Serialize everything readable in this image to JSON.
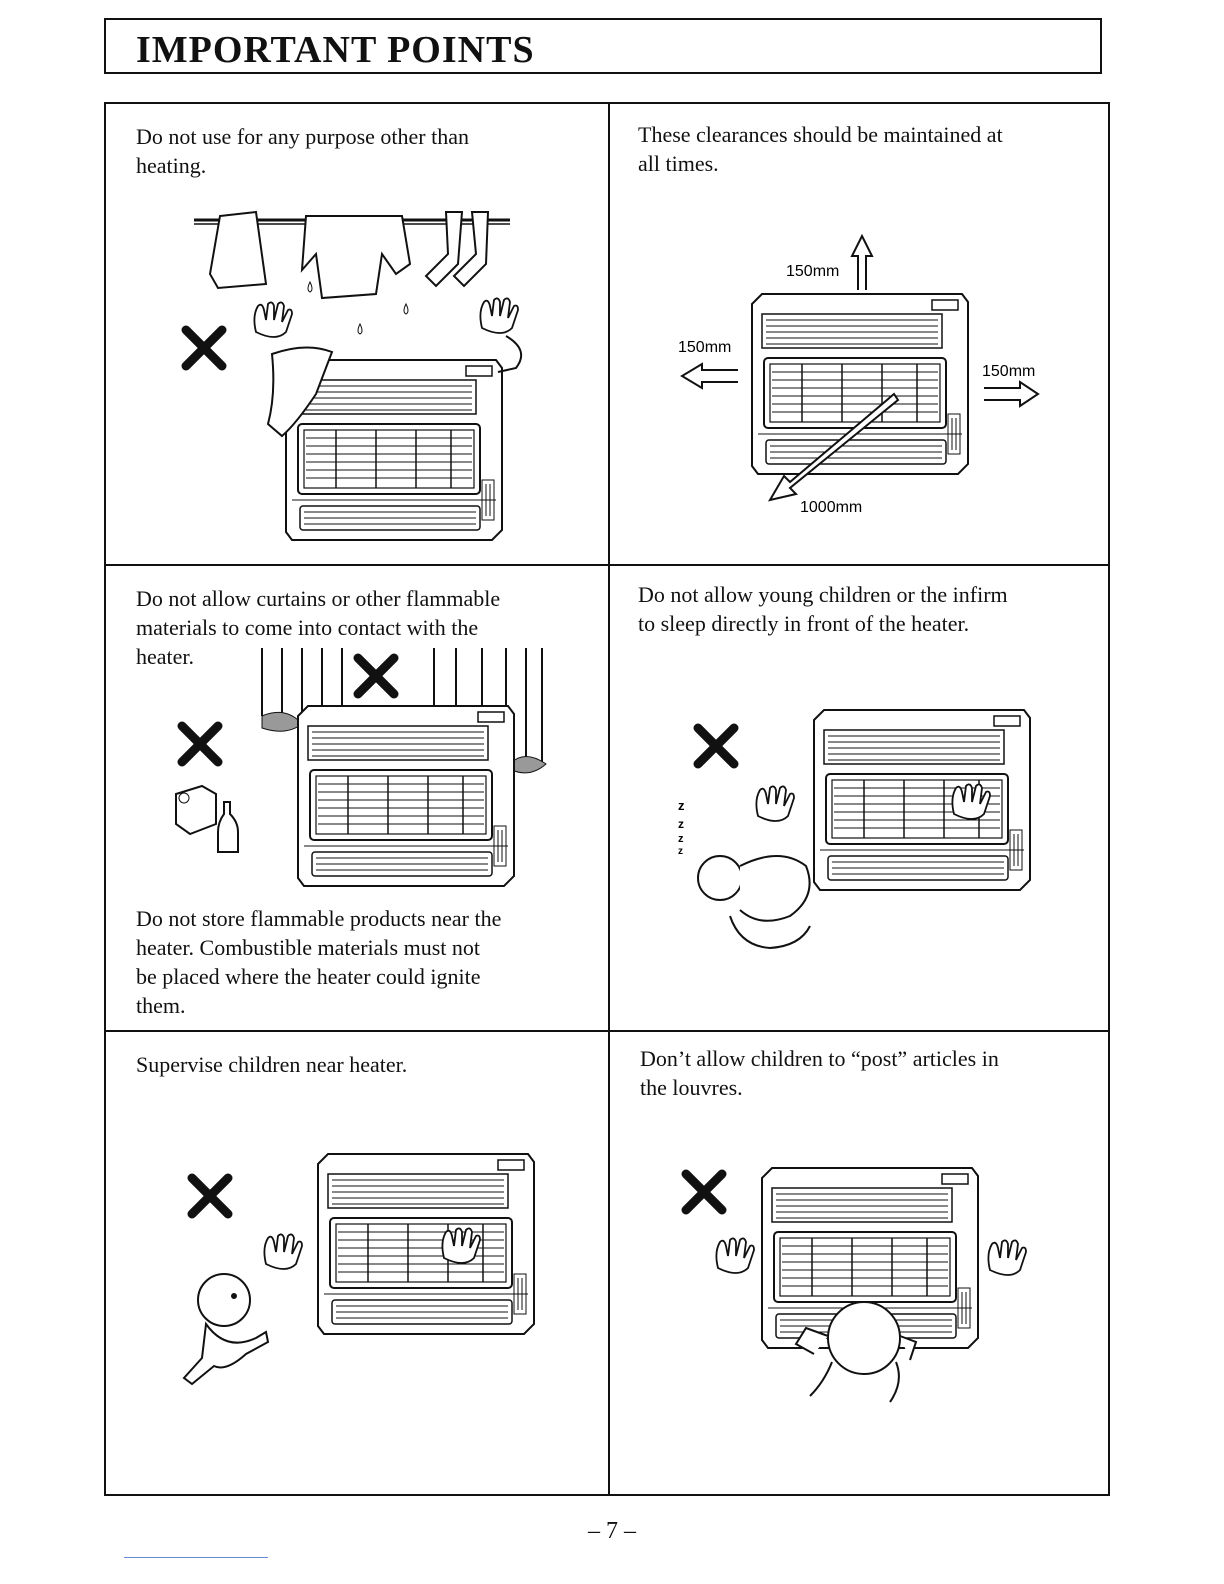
{
  "header": {
    "title": "IMPORTANT POINTS"
  },
  "panels": {
    "p1": {
      "text": "Do not use for any purpose other than\nheating."
    },
    "p2": {
      "text": "These clearances should be maintained at\nall times.",
      "labels": {
        "top": "150mm",
        "left": "150mm",
        "right": "150mm",
        "front": "1000mm"
      }
    },
    "p3": {
      "text_top": "Do not allow curtains or other flammable\nmaterials to come into contact with the\nheater.",
      "text_bottom": "Do not store flammable products near the\nheater. Combustible materials must not\nbe placed where the heater could ignite\nthem."
    },
    "p4": {
      "text": "Do not allow young children or the infirm\nto sleep directly in front of the heater."
    },
    "p5": {
      "text": "Supervise children near heater."
    },
    "p6": {
      "text": "Don’t allow children to “post” articles in\nthe louvres."
    }
  },
  "icons": {
    "warning": "cross-icon",
    "appliance": "heater-icon"
  },
  "footer": {
    "page_number": "– 7 –"
  }
}
